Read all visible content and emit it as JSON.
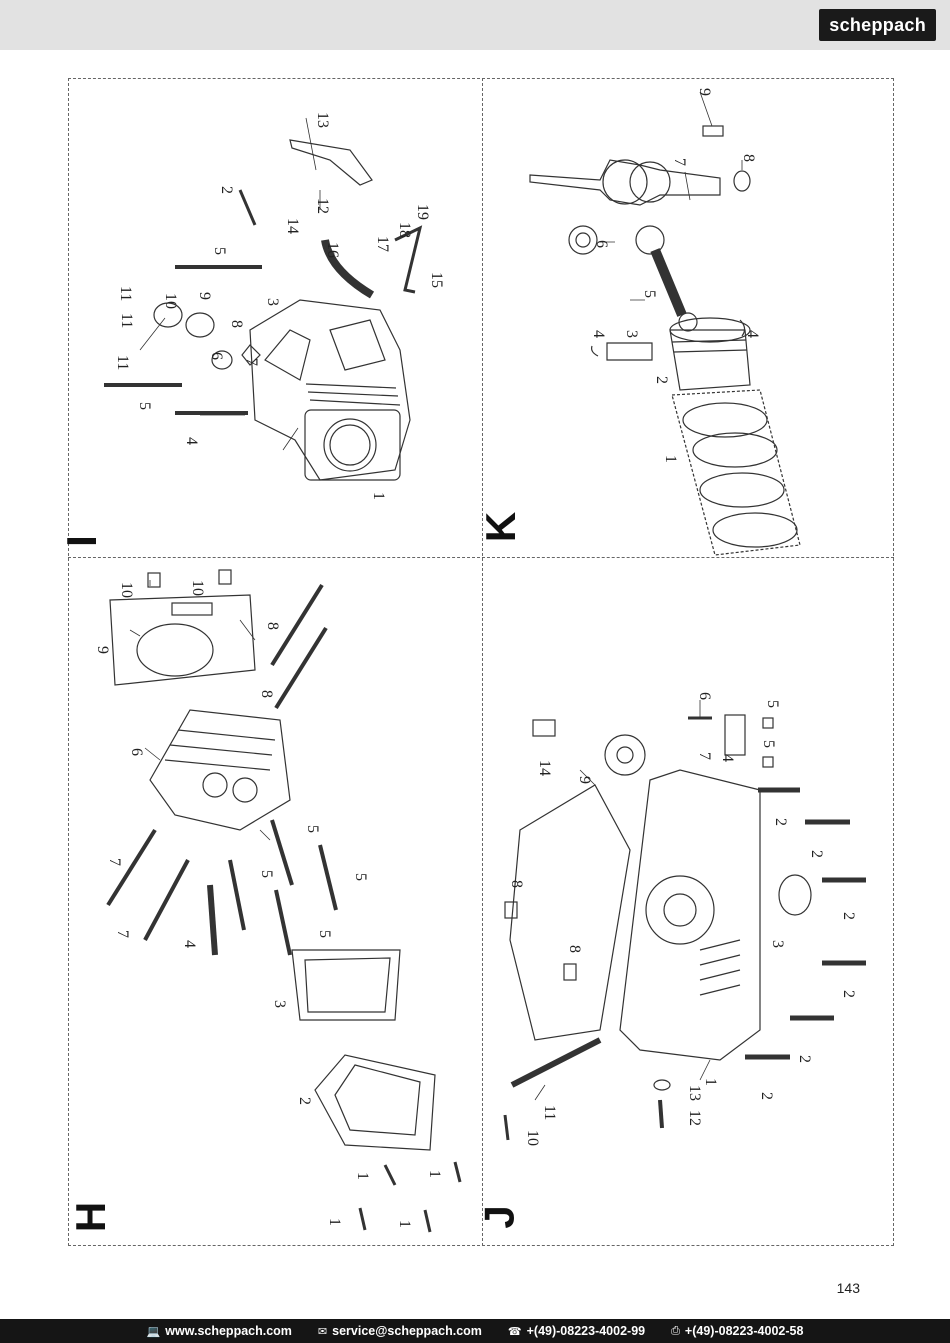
{
  "header": {
    "brand": "scheppach"
  },
  "sections": {
    "H": {
      "letter": "H"
    },
    "I": {
      "letter": "I"
    },
    "J": {
      "letter": "J"
    },
    "K": {
      "letter": "K"
    }
  },
  "page_number": "143",
  "footer": {
    "web": {
      "icon": "computer-icon",
      "text": "www.scheppach.com"
    },
    "email": {
      "icon": "mail-icon",
      "text": "service@scheppach.com"
    },
    "phone": {
      "icon": "phone-icon",
      "text": "+(49)-08223-4002-99"
    },
    "fax": {
      "icon": "fax-icon",
      "text": "+(49)-08223-4002-58"
    }
  },
  "callouts": {
    "H": [
      "10",
      "10",
      "9",
      "8",
      "8",
      "6",
      "7",
      "7",
      "5",
      "5",
      "5",
      "5",
      "4",
      "3",
      "2",
      "1",
      "1",
      "1",
      "1"
    ],
    "I": [
      "13",
      "2",
      "12",
      "14",
      "5",
      "16",
      "11",
      "10",
      "9",
      "19",
      "18",
      "17",
      "15",
      "11",
      "11",
      "8",
      "6",
      "7",
      "3",
      "5",
      "4",
      "1"
    ],
    "J": [
      "6",
      "5",
      "5",
      "7",
      "4",
      "14",
      "9",
      "8",
      "8",
      "2",
      "2",
      "2",
      "3",
      "2",
      "2",
      "11",
      "10",
      "12",
      "13",
      "1",
      "2"
    ],
    "K": [
      "9",
      "8",
      "7",
      "6",
      "5",
      "4",
      "3",
      "4",
      "2",
      "1"
    ]
  }
}
